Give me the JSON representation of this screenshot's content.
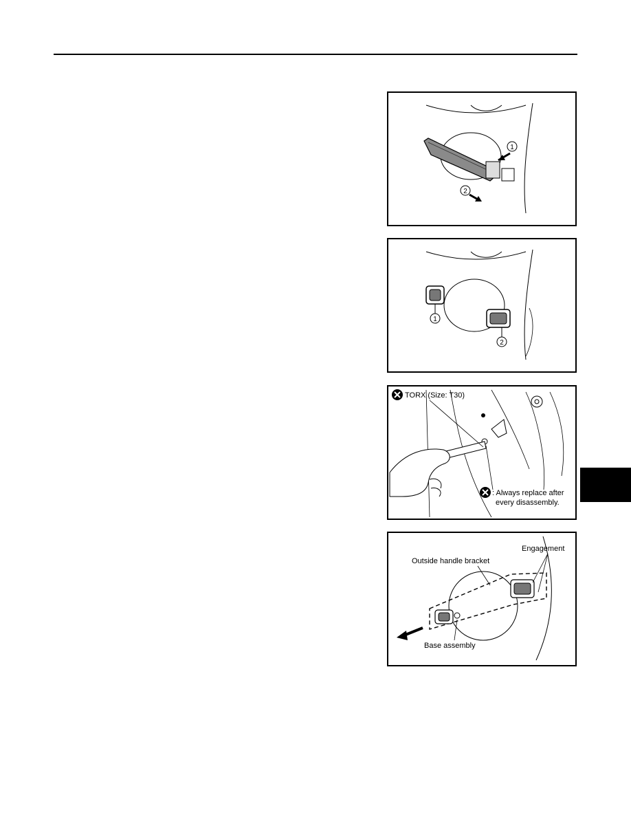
{
  "figures": {
    "fig1": {
      "callout_1": "1",
      "callout_2": "2"
    },
    "fig2": {
      "callout_1": "1",
      "callout_2": "2"
    },
    "fig3": {
      "tool_label": "TORX (Size: T30)",
      "note_line1": ": Always replace after",
      "note_line2": "every disassembly."
    },
    "fig4": {
      "label_engagement": "Engagement",
      "label_bracket": "Outside handle bracket",
      "label_base": "Base assembly"
    }
  },
  "colors": {
    "ink": "#000000",
    "tab": "#000000",
    "paper": "#ffffff"
  }
}
